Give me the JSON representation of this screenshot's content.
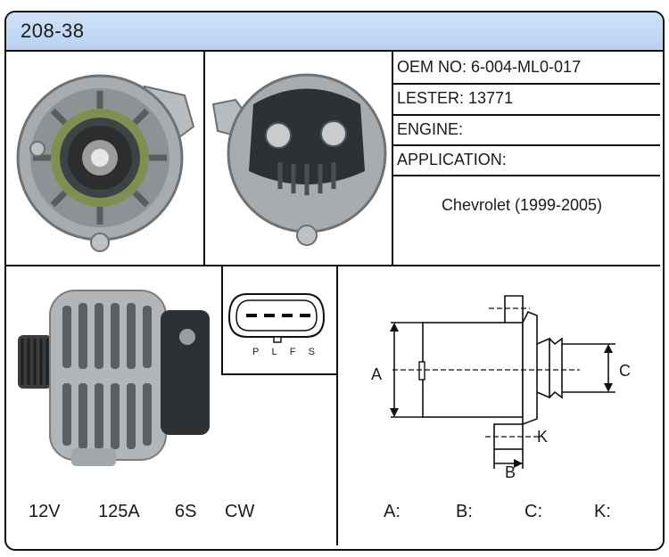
{
  "header": {
    "part_number": "208-38"
  },
  "specs": {
    "oem": "OEM NO: 6-004-ML0-017",
    "lester": "LESTER: 13771",
    "engine": "ENGINE:",
    "application": "APPLICATION:",
    "application_value": "Chevrolet (1999-2005)"
  },
  "connector": {
    "pins": [
      "P",
      "L",
      "F",
      "S"
    ]
  },
  "ratings": {
    "voltage": "12V",
    "amperage": "125A",
    "pulley": "6S",
    "rotation": "CW"
  },
  "dimensions": {
    "letters": {
      "a": "A",
      "b": "B",
      "c": "C",
      "k": "K"
    },
    "values": {
      "a": "A:",
      "b": "B:",
      "c": "C:",
      "k": "K:"
    }
  },
  "colors": {
    "header_bg": "#c4d9f4",
    "border": "#111111",
    "metal": "#a9acae",
    "dark_plastic": "#2e3133"
  }
}
